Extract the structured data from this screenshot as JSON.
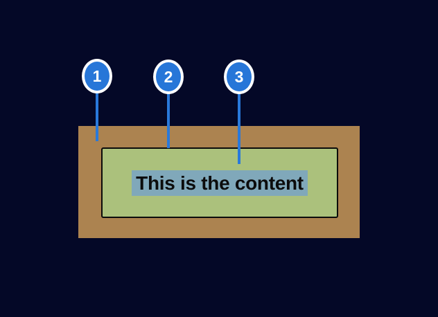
{
  "diagram": {
    "content_text": "This is the content",
    "callouts": [
      {
        "number": "1"
      },
      {
        "number": "2"
      },
      {
        "number": "3"
      }
    ],
    "colors": {
      "background": "#040827",
      "margin_box": "#AC8350",
      "padding_box": "#ABC17C",
      "box_border": "#0B0B0B",
      "content_highlight": "#80A8BA",
      "content_text": "#0C0C0C",
      "callout_fill": "#2776D8",
      "callout_ring": "#FFFFFF",
      "callout_line": "#2979DB"
    }
  }
}
